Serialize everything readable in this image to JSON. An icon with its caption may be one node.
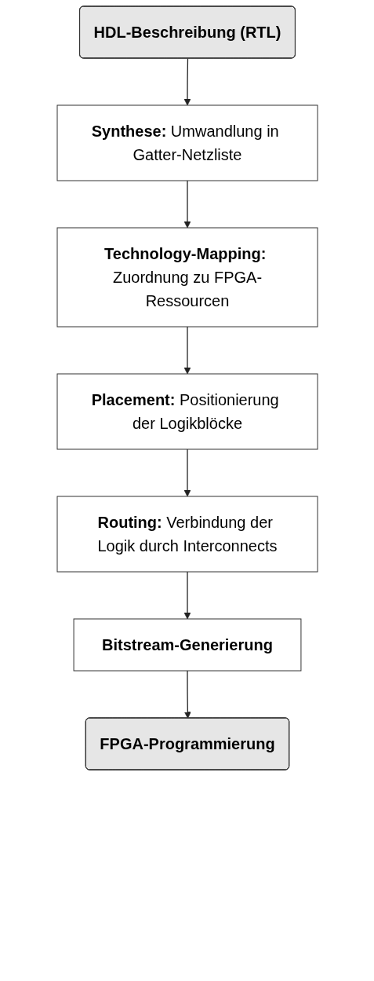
{
  "diagram": {
    "nodes": [
      {
        "text": [
          "HDL-Beschreibung (RTL)"
        ]
      },
      {
        "text": [
          "**Synthese:** Umwandlung in Gatter-Netzliste"
        ]
      },
      {
        "text": [
          "**Technology-Mapping:** Zuordnung zu FPGA-Ressourcen"
        ]
      },
      {
        "text": [
          "**Placement:** Positionierung der Logikblöcke"
        ]
      },
      {
        "text": [
          "**Routing:** Verbindung der Logik durch Interconnects"
        ]
      },
      {
        "text": [
          "Bitstream-Generierung"
        ]
      },
      {
        "text": [
          "FPGA-Programmierung"
        ]
      }
    ],
    "edges": [
      {
        "from": 0,
        "to": 1,
        "arrow": "to"
      },
      {
        "from": 1,
        "to": 2,
        "arrow": "to"
      },
      {
        "from": 2,
        "to": 3,
        "arrow": "to"
      },
      {
        "from": 3,
        "to": 4,
        "arrow": "to"
      },
      {
        "from": 4,
        "to": 5,
        "arrow": "to"
      },
      {
        "from": 5,
        "to": 6,
        "arrow": "to"
      }
    ]
  }
}
